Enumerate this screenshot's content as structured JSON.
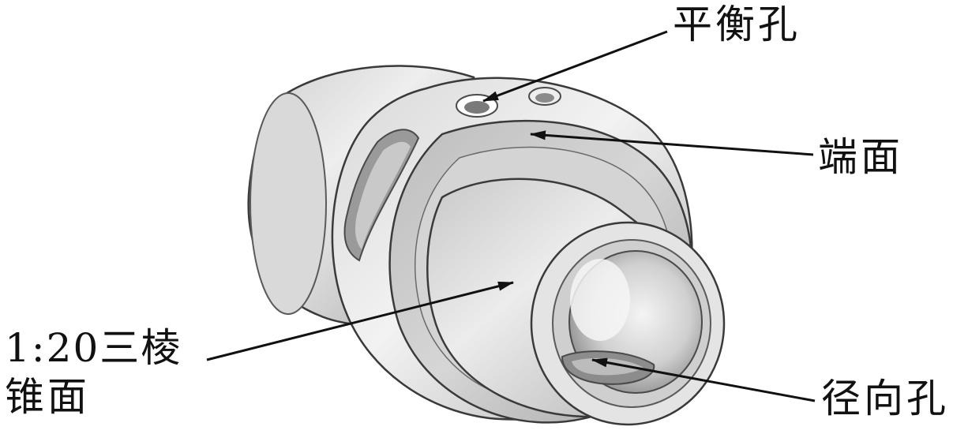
{
  "labels": {
    "balance_hole": "平衡孔",
    "end_face": "端面",
    "taper_line1": "1:20三棱",
    "taper_line2": "锥面",
    "radial_hole": "径向孔"
  },
  "colors": {
    "part_light": "#e6e6e6",
    "part_mid": "#c2c2c2",
    "part_dark": "#8a8a8a",
    "outline": "#3a3a3a",
    "leader": "#111111",
    "text": "#111111"
  }
}
